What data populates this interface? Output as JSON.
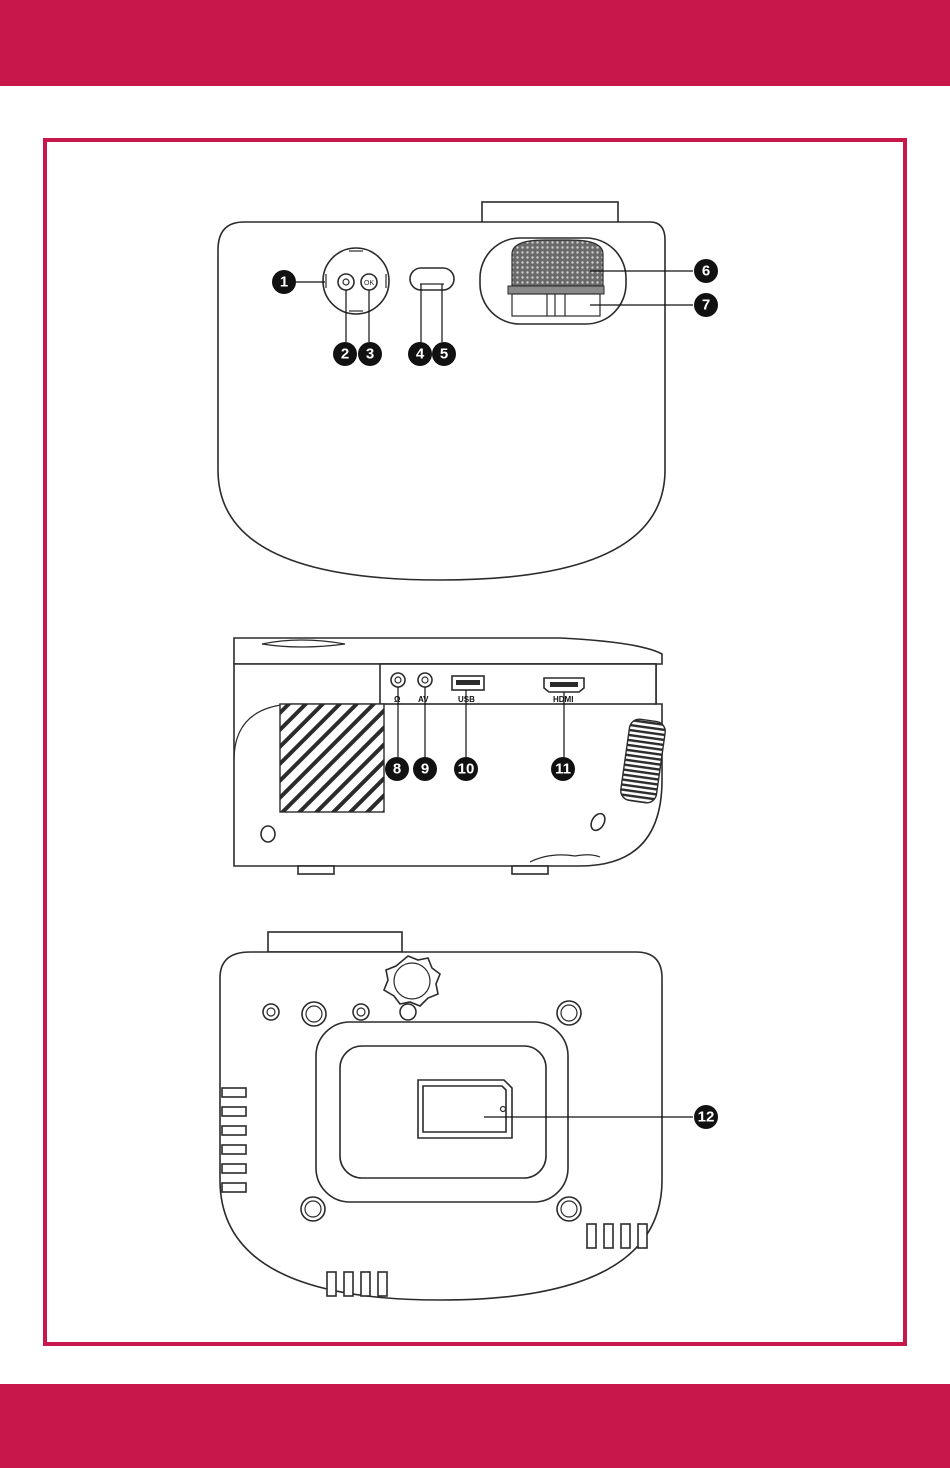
{
  "colors": {
    "accent": "#c8174a",
    "line": "#2b2b2b",
    "badge": "#111111"
  },
  "callouts": [
    "1",
    "2",
    "3",
    "4",
    "5",
    "6",
    "7",
    "8",
    "9",
    "10",
    "11",
    "12"
  ],
  "port_labels": {
    "headphone": "Ω",
    "av": "AV",
    "usb": "USB",
    "hdmi": "HDMI"
  }
}
